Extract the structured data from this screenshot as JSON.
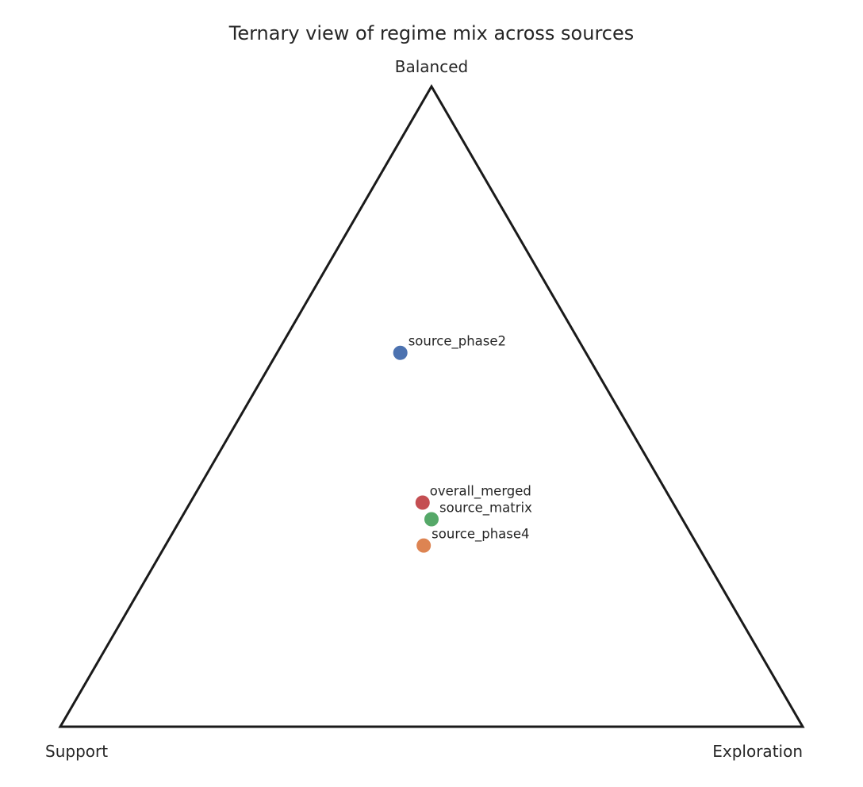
{
  "chart_data": {
    "type": "scatter",
    "subtype": "ternary",
    "title": "Ternary view of regime mix across sources",
    "vertices": {
      "top": "Balanced",
      "bottom_left": "Support",
      "bottom_right": "Exploration"
    },
    "grid": false,
    "legend": "none",
    "points": [
      {
        "name": "source_phase2",
        "balanced": 0.584,
        "support": 0.25,
        "exploration": 0.166,
        "color": "#4c72b0"
      },
      {
        "name": "overall_merged",
        "balanced": 0.35,
        "support": 0.337,
        "exploration": 0.313,
        "color": "#c44e52"
      },
      {
        "name": "source_matrix",
        "balanced": 0.324,
        "support": 0.338,
        "exploration": 0.338,
        "color": "#55a868"
      },
      {
        "name": "source_phase4",
        "balanced": 0.283,
        "support": 0.369,
        "exploration": 0.348,
        "color": "#dd8452"
      }
    ]
  }
}
